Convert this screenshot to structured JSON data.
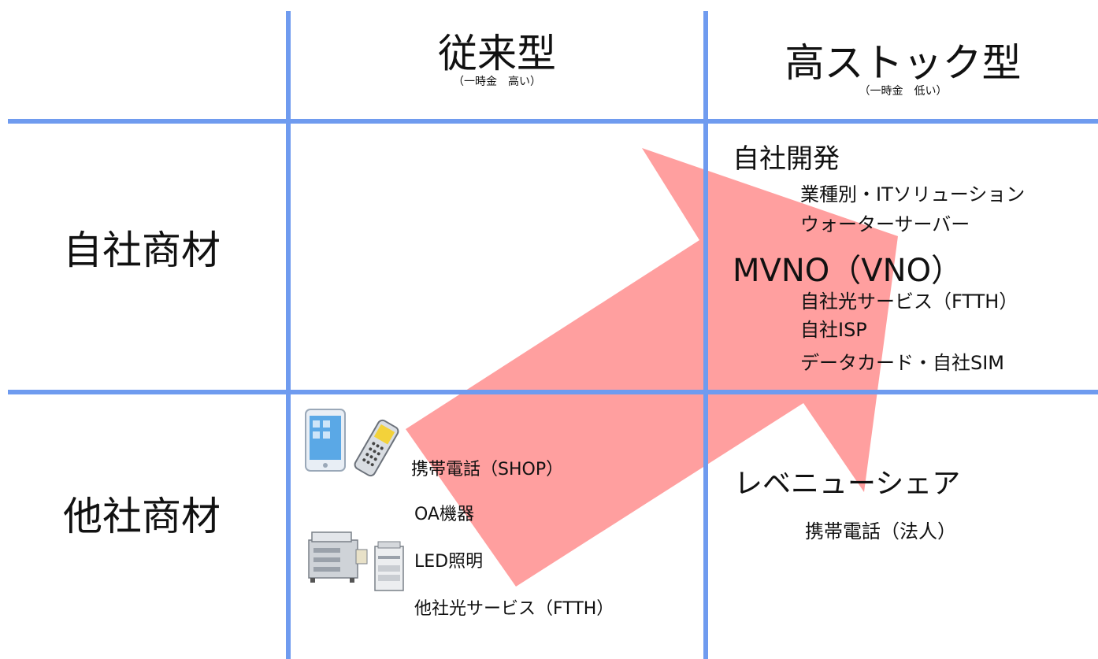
{
  "columns": {
    "traditional": {
      "title": "従来型",
      "subtitle": "（一時金　高い）"
    },
    "high_stock": {
      "title": "高ストック型",
      "subtitle": "（一時金　低い）"
    }
  },
  "rows": {
    "own": "自社商材",
    "other": "他社商材"
  },
  "own_high_stock": {
    "own_dev": {
      "heading": "自社開発",
      "items": [
        "業種別・ITソリューション",
        "ウォーターサーバー"
      ]
    },
    "mvno": {
      "heading": "MVNO（VNO）",
      "items": [
        "自社光サービス（FTTH）",
        "自社ISP",
        "データカード・自社SIM"
      ]
    }
  },
  "other_high_stock": {
    "heading": "レベニューシェア",
    "items": [
      "携帯電話（法人）"
    ]
  },
  "other_traditional": {
    "items": [
      "携帯電話（SHOP）",
      "OA機器",
      "LED照明",
      "他社光サービス（FTTH）"
    ]
  },
  "colors": {
    "grid": "#6f9bef",
    "arrow": "#ff9a9a"
  },
  "icons": [
    "smartphone-icon",
    "feature-phone-icon",
    "copier-icon",
    "printer-icon"
  ]
}
